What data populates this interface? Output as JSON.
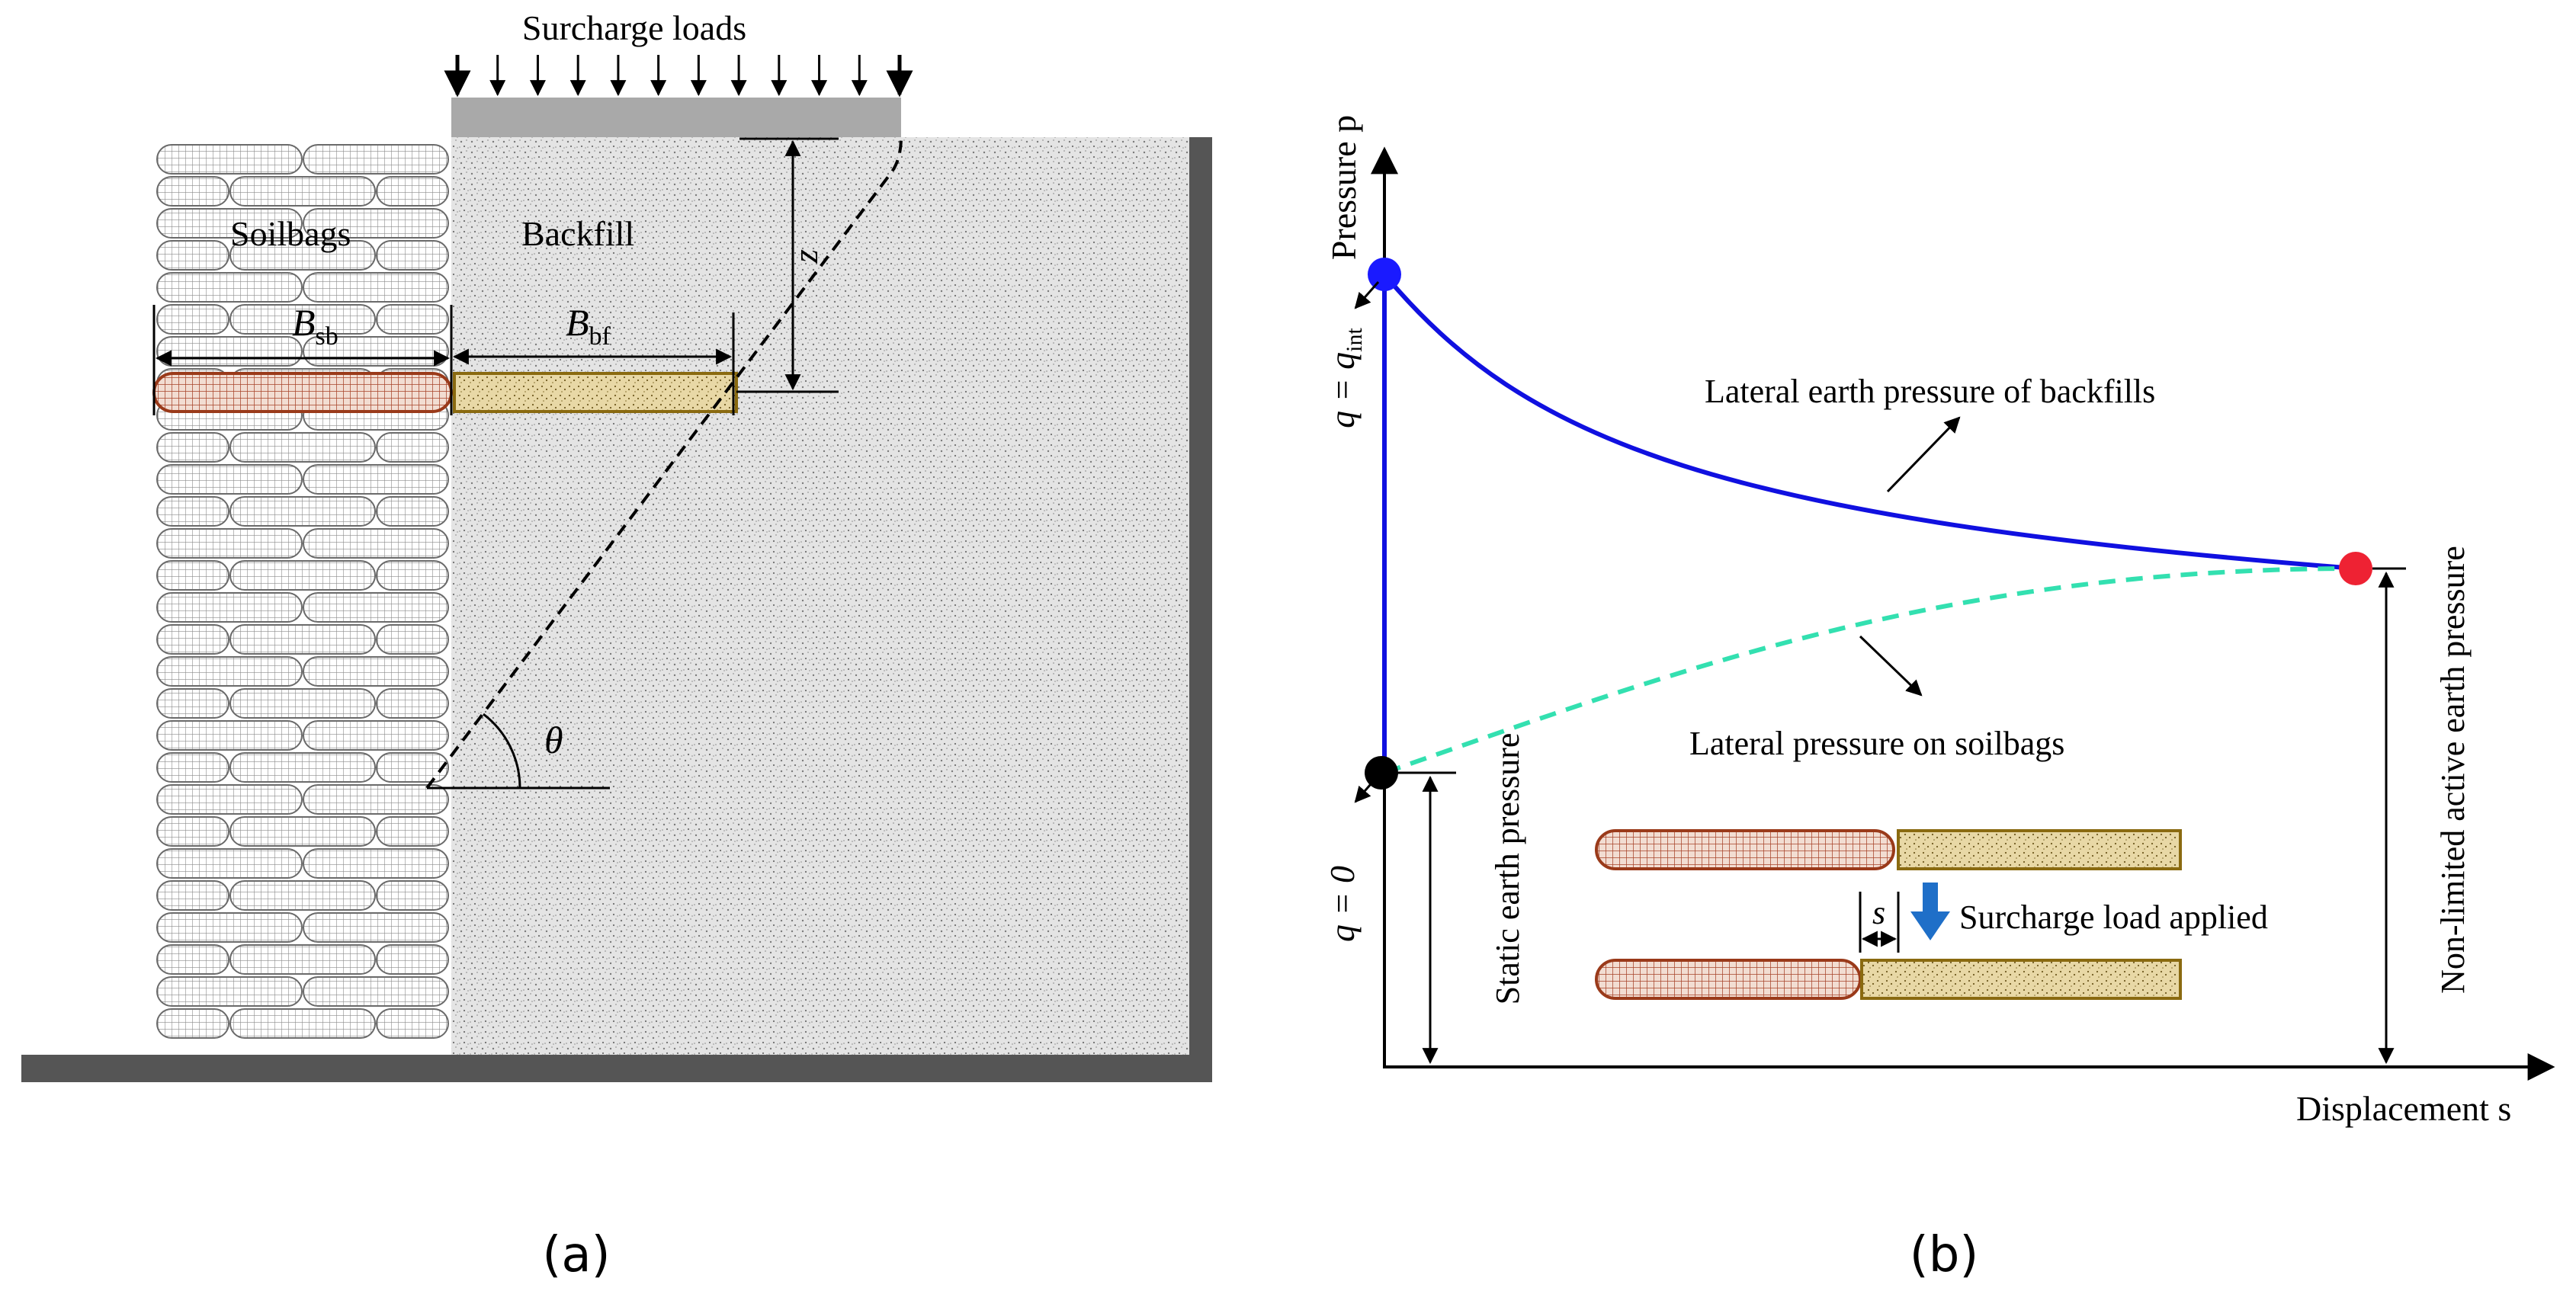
{
  "panel_a": {
    "caption": "(a)",
    "surcharge_label": "Surcharge loads",
    "soilbags_label": "Soilbags",
    "backfill_label": "Backfill",
    "bsb_main": "B",
    "bsb_sub": "sb",
    "bbf_main": "B",
    "bbf_sub": "bf",
    "z_label": "z",
    "theta_label": "θ"
  },
  "panel_b": {
    "caption": "(b)",
    "y_axis_label": "Pressure p",
    "x_axis_label": "Displacement s",
    "q_int_main": "q = q",
    "q_int_sub": "int",
    "q_zero": "q = 0",
    "backfill_curve_label": "Lateral earth pressure of backfills",
    "soilbag_curve_label": "Lateral pressure on soilbags",
    "static_label": "Static earth pressure",
    "active_label": "Non-limited active earth pressure",
    "s_label": "s",
    "surcharge_applied_label": "Surcharge load applied"
  },
  "colors": {
    "backfill_curve": "#1010e0",
    "soilbag_curve": "#33e0b0",
    "start_point_top": "#1a1aff",
    "end_point": "#ee2233",
    "start_point_bottom": "#000000",
    "soilbag_outline": "#9a3a1a",
    "soilbag_fill": "#f2ddd2",
    "backfill_bar_outline": "#8a6a10",
    "backfill_bar_fill": "#e8d8a6",
    "arrow_blue": "#1f6fc8",
    "ground_gray": "#555555",
    "plate_gray": "#a9a9a9",
    "backfill_area": "#e2e2e2"
  }
}
